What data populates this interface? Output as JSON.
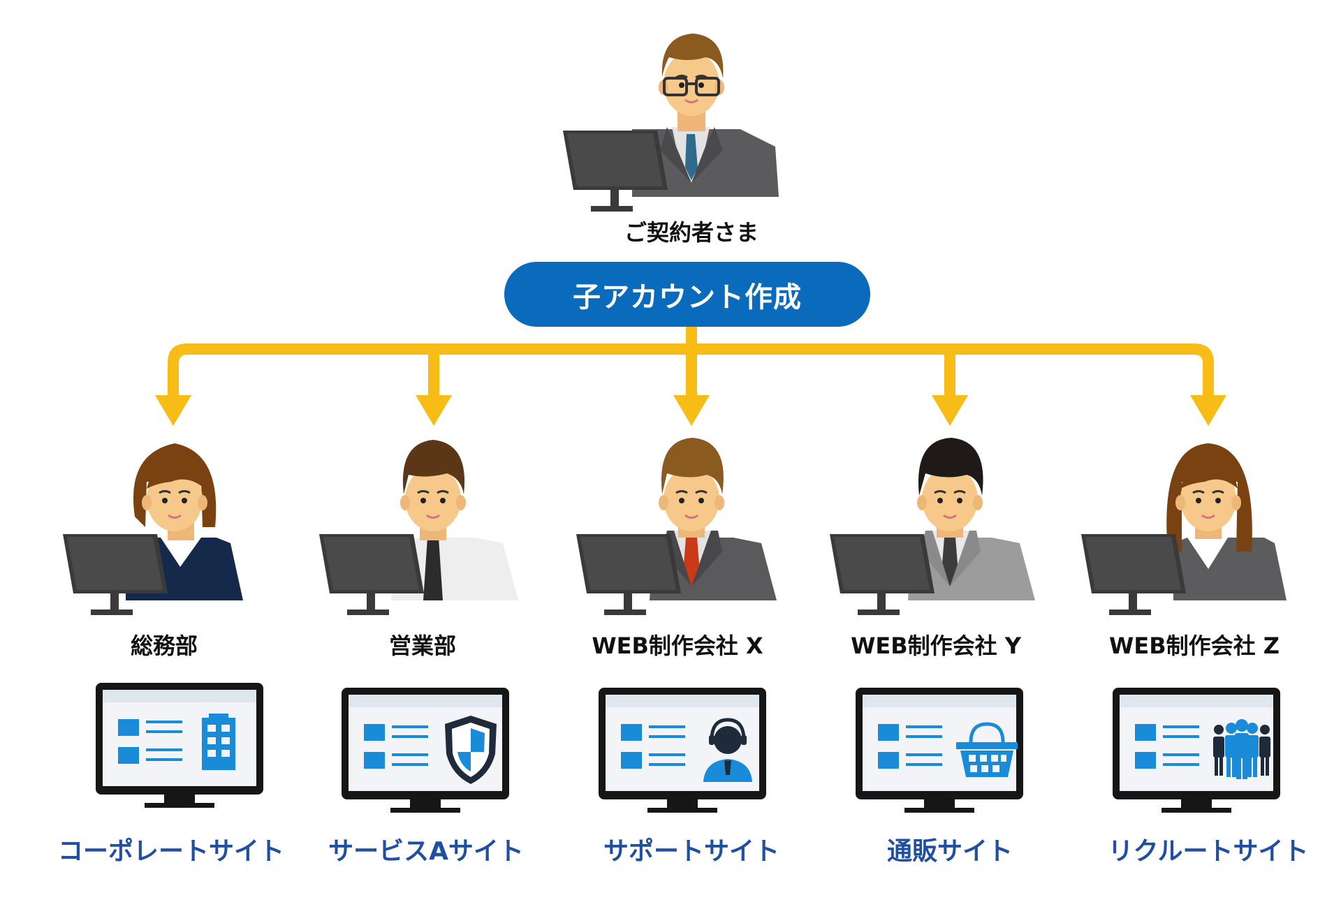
{
  "owner": {
    "label": "ご契約者さま"
  },
  "action": {
    "label": "子アカウント作成"
  },
  "accounts": [
    {
      "name": "総務部",
      "site": "コーポレートサイト",
      "icon": "building-icon"
    },
    {
      "name": "営業部",
      "site": "サービスAサイト",
      "icon": "shield-icon"
    },
    {
      "name": "WEB制作会社 X",
      "site": "サポートサイト",
      "icon": "support-agent-icon"
    },
    {
      "name": "WEB制作会社 Y",
      "site": "通販サイト",
      "icon": "shopping-basket-icon"
    },
    {
      "name": "WEB制作会社 Z",
      "site": "リクルートサイト",
      "icon": "people-group-icon"
    }
  ],
  "colors": {
    "accent": "#0a6bbd",
    "arrow": "#f7bd16",
    "site_text": "#1f4fa3",
    "icon_blue": "#1a8bd8"
  }
}
